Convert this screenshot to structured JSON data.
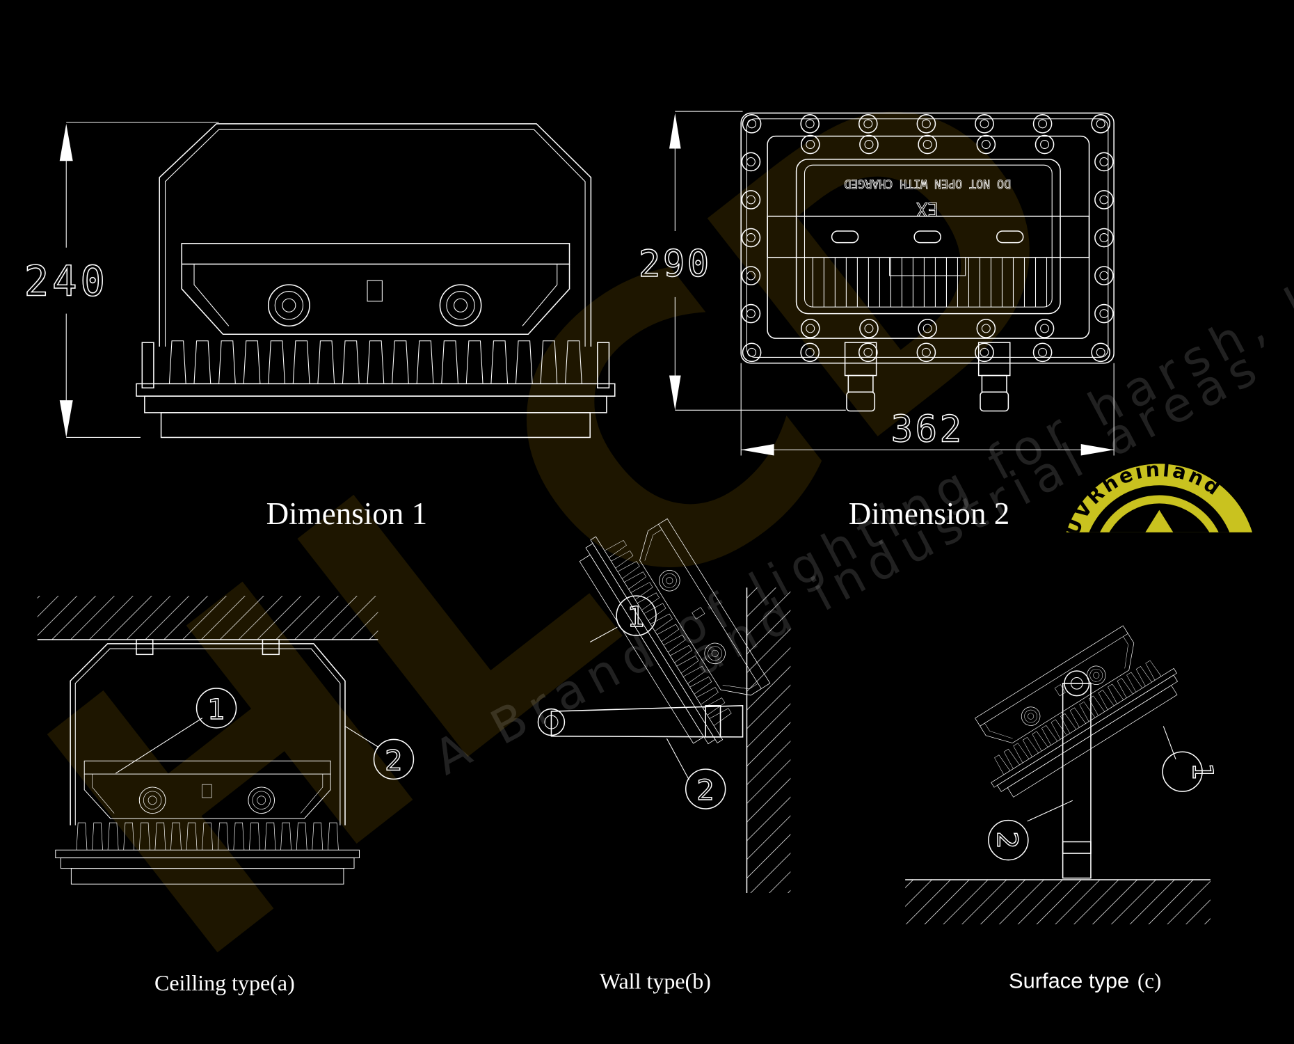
{
  "watermark": {
    "brand": "HLCD",
    "tagline_1": "A Brand of lighting for harsh, hazardous",
    "tagline_2": "and industrial areas",
    "brand_color": "#f0b400"
  },
  "certification_logo": {
    "text": "TÜVRheinland",
    "color": "#c9c21f"
  },
  "dimension_1": {
    "caption": "Dimension 1",
    "height_mm": "240"
  },
  "dimension_2": {
    "caption": "Dimension 2",
    "height_mm": "290",
    "width_mm": "362",
    "label_warning": "DO NOT OPEN WITH CHARGED",
    "label_ex": "EX"
  },
  "installations": [
    {
      "caption": "Ceilling type(a)",
      "callouts": [
        "1",
        "2"
      ]
    },
    {
      "caption": "Wall type(b)",
      "callouts": [
        "1",
        "2"
      ]
    },
    {
      "caption": "Surface type",
      "caption_suffix": "(c)",
      "callouts": [
        "1",
        "2"
      ]
    }
  ]
}
